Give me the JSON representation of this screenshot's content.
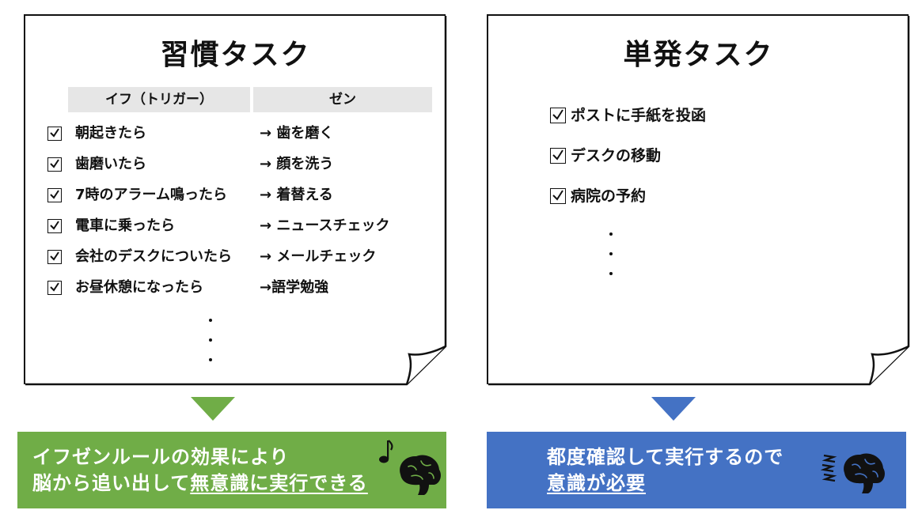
{
  "habit": {
    "title": "習慣タスク",
    "col_if": "イフ（トリガー）",
    "col_then": "ゼン",
    "rows": [
      {
        "if": "朝起きたら",
        "then": "→ 歯を磨く"
      },
      {
        "if": "歯磨いたら",
        "then": "→ 顔を洗う"
      },
      {
        "if": "7時のアラーム鳴ったら",
        "then": "→ 着替える"
      },
      {
        "if": "電車に乗ったら",
        "then": "→ ニュースチェック"
      },
      {
        "if": "会社のデスクについたら",
        "then": "→ メールチェック"
      },
      {
        "if": "お昼休憩になったら",
        "then": "→語学勉強"
      }
    ]
  },
  "single": {
    "title": "単発タスク",
    "items": [
      "ポストに手紙を投函",
      "デスクの移動",
      "病院の予約"
    ]
  },
  "banner_left": {
    "line1": "イフゼンルールの効果により",
    "line2_plain": "脳から追い出して",
    "line2_underlined": "無意識に実行できる",
    "icons": [
      "music-note-icon",
      "brain-icon"
    ],
    "color": "#70ad47"
  },
  "banner_right": {
    "line1": "都度確認して実行するので",
    "line2_underlined": "意識が必要",
    "icons": [
      "zigzag-stress-icon",
      "brain-icon"
    ],
    "color": "#4472c4"
  },
  "colors": {
    "arrow_left": "#70ad47",
    "arrow_right": "#4472c4",
    "table_header_bg": "#e6e6e6"
  }
}
